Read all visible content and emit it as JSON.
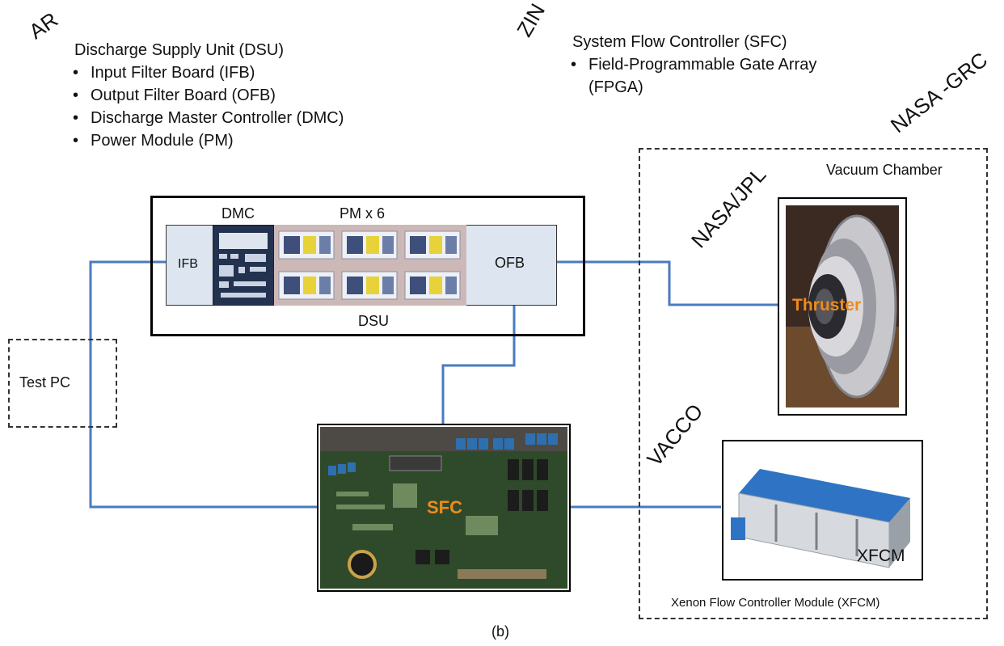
{
  "orgs": {
    "ar": "AR",
    "zin": "ZIN",
    "nasa_grc": "NASA -GRC",
    "nasa_jpl": "NASA/JPL",
    "vacco": "VACCO"
  },
  "dsu_list": {
    "title": "Discharge Supply Unit (DSU)",
    "items": [
      "Input Filter Board (IFB)",
      "Output Filter Board (OFB)",
      "Discharge Master Controller (DMC)",
      "Power Module (PM)"
    ]
  },
  "sfc_list": {
    "title": "System Flow Controller (SFC)",
    "items": [
      "Field-Programmable Gate Array",
      "(FPGA)"
    ]
  },
  "dsu_box": {
    "dmc": "DMC",
    "pm": "PM x 6",
    "ifb": "IFB",
    "ofb": "OFB",
    "dsu": "DSU"
  },
  "test_pc": "Test PC",
  "vacuum_chamber": "Vacuum Chamber",
  "thruster": "Thruster",
  "sfc": "SFC",
  "xfcm": "XFCM",
  "xfcm_caption": "Xenon Flow Controller Module (XFCM)",
  "caption": "(b)",
  "colors": {
    "wire": "#4a7bbf",
    "panel": "#dde6f0",
    "accent": "#f08a1a"
  }
}
